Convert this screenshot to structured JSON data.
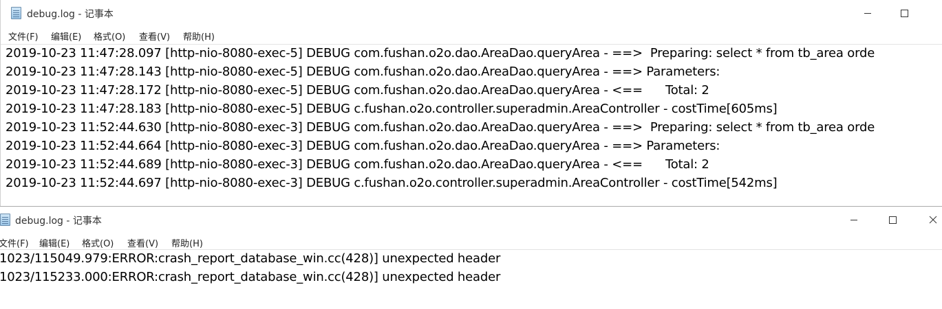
{
  "windows": [
    {
      "title": "debug.log - 记事本",
      "menu": [
        "文件(F)",
        "编辑(E)",
        "格式(O)",
        "查看(V)",
        "帮助(H)"
      ],
      "lines": [
        "2019-10-23 11:47:28.097 [http-nio-8080-exec-5] DEBUG com.fushan.o2o.dao.AreaDao.queryArea - ==>  Preparing: select * from tb_area orde",
        "2019-10-23 11:47:28.143 [http-nio-8080-exec-5] DEBUG com.fushan.o2o.dao.AreaDao.queryArea - ==> Parameters: ",
        "2019-10-23 11:47:28.172 [http-nio-8080-exec-5] DEBUG com.fushan.o2o.dao.AreaDao.queryArea - <==      Total: 2",
        "2019-10-23 11:47:28.183 [http-nio-8080-exec-5] DEBUG c.fushan.o2o.controller.superadmin.AreaController - costTime[605ms]",
        "2019-10-23 11:52:44.630 [http-nio-8080-exec-3] DEBUG com.fushan.o2o.dao.AreaDao.queryArea - ==>  Preparing: select * from tb_area orde",
        "2019-10-23 11:52:44.664 [http-nio-8080-exec-3] DEBUG com.fushan.o2o.dao.AreaDao.queryArea - ==> Parameters: ",
        "2019-10-23 11:52:44.689 [http-nio-8080-exec-3] DEBUG com.fushan.o2o.dao.AreaDao.queryArea - <==      Total: 2",
        "2019-10-23 11:52:44.697 [http-nio-8080-exec-3] DEBUG c.fushan.o2o.controller.superadmin.AreaController - costTime[542ms]"
      ]
    },
    {
      "title": "debug.log - 记事本",
      "menu": [
        "文件(F)",
        "编辑(E)",
        "格式(O)",
        "查看(V)",
        "帮助(H)"
      ],
      "lines": [
        "1023/115049.979:ERROR:crash_report_database_win.cc(428)] unexpected header",
        "1023/115233.000:ERROR:crash_report_database_win.cc(428)] unexpected header"
      ]
    }
  ],
  "icons": {
    "app": "notepad-icon",
    "minimize": "minimize-icon",
    "maximize": "maximize-icon",
    "close": "close-icon"
  },
  "colors": {
    "text": "#000000",
    "chrome_text": "#333333",
    "background": "#ffffff"
  }
}
